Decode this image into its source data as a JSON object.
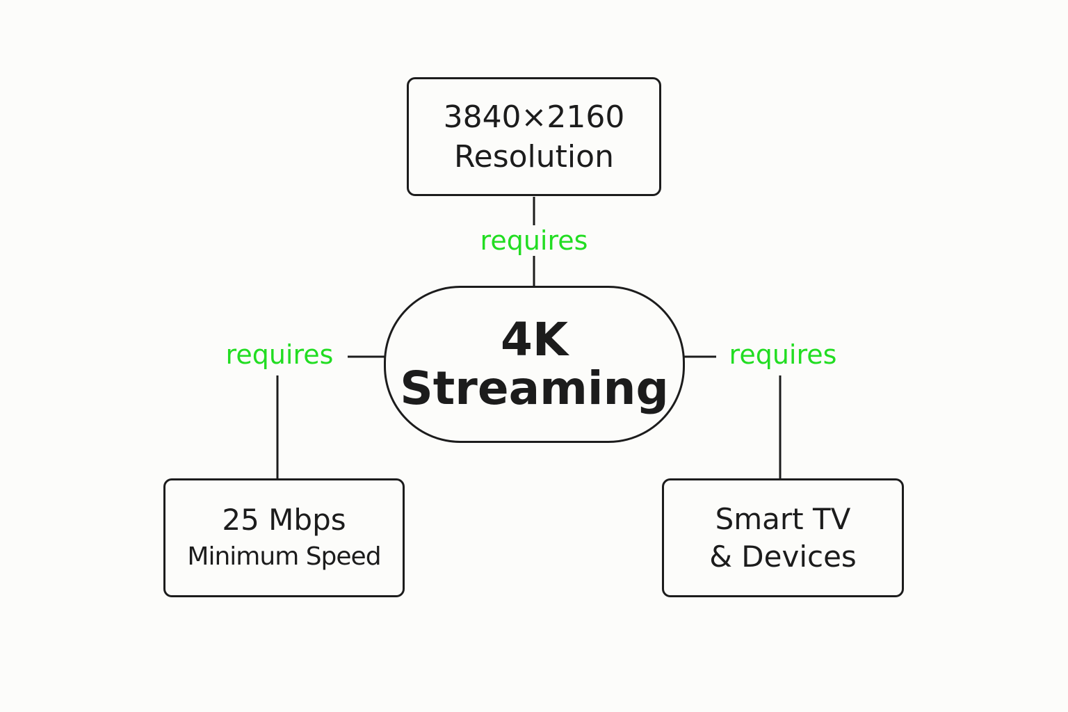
{
  "diagram": {
    "center": {
      "line1": "4K",
      "line2": "Streaming"
    },
    "nodes": {
      "resolution": {
        "line1": "3840×2160",
        "line2": "Resolution"
      },
      "speed": {
        "line1": "25 Mbps",
        "line2": "Minimum Speed"
      },
      "devices": {
        "line1": "Smart TV",
        "line2": "& Devices"
      }
    },
    "edges": [
      {
        "from": "center",
        "to": "resolution",
        "label": "requires"
      },
      {
        "from": "center",
        "to": "speed",
        "label": "requires"
      },
      {
        "from": "center",
        "to": "devices",
        "label": "requires"
      }
    ],
    "colors": {
      "line": "#1c1c1c",
      "edge_label": "#22dd22",
      "background": "#fcfcfa"
    }
  }
}
